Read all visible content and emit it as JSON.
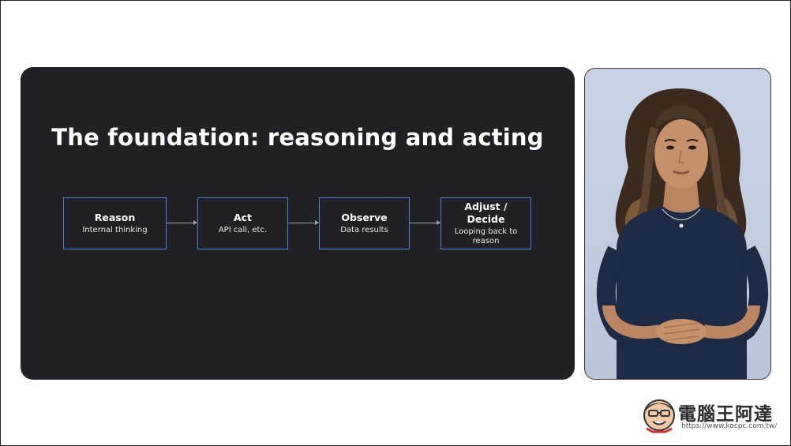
{
  "slide": {
    "title": "The foundation: reasoning and acting",
    "steps": [
      {
        "label": "Reason",
        "sub": "Internal thinking"
      },
      {
        "label": "Act",
        "sub": "API call, etc."
      },
      {
        "label": "Observe",
        "sub": "Data results"
      },
      {
        "label": "Adjust / Decide",
        "sub": "Looping back to reason"
      }
    ],
    "accent_color": "#4f7ed8",
    "background_color": "#202124"
  },
  "presenter": {
    "icon": "presenter-video-icon"
  },
  "watermark": {
    "title": "電腦王阿達",
    "url": "https://www.kocpc.com.tw/",
    "icon": "mascot-icon"
  }
}
